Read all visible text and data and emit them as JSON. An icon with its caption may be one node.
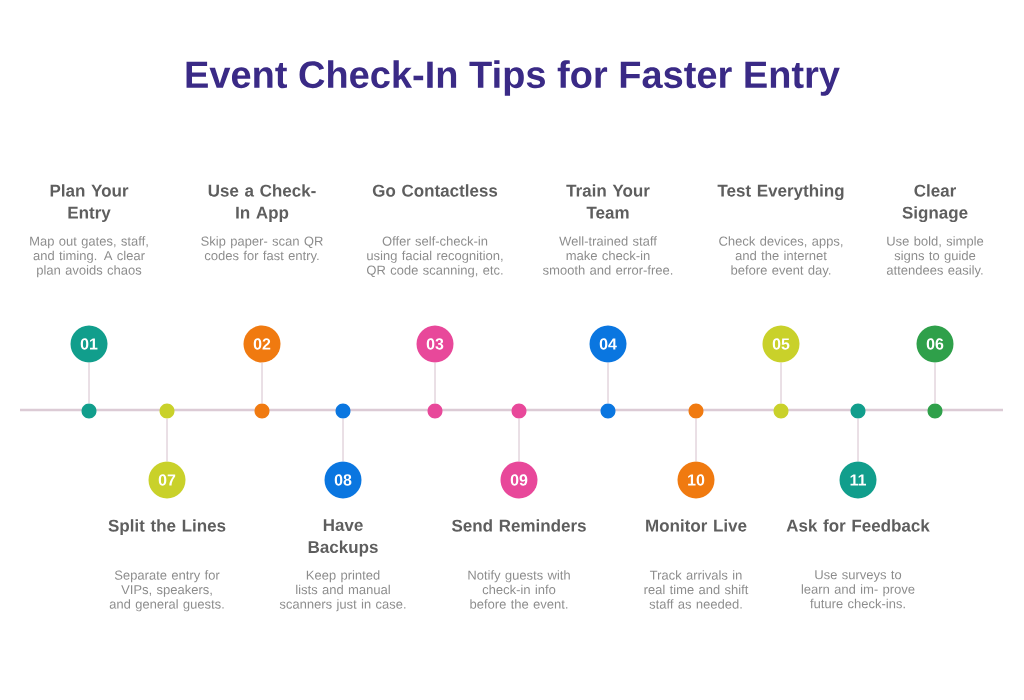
{
  "diagram": {
    "title": "Event Check-In Tips for Faster Entry",
    "nodes": [
      {
        "text": [
          "01"
        ],
        "beside": [
          "Plan Your Entry",
          "Map out gates, staff, and timing. A clear plan avoids chaos"
        ]
      },
      {
        "text": [
          "02"
        ],
        "beside": [
          "Use a Check-In App",
          "Skip paper- scan QR codes for fast entry."
        ]
      },
      {
        "text": [
          "03"
        ],
        "beside": [
          "Go Contactless",
          "Offer self-check-in using facial recognition, QR code scanning, etc."
        ]
      },
      {
        "text": [
          "04"
        ],
        "beside": [
          "Train Your Team",
          "Well-trained staff make check-in smooth and error-free."
        ]
      },
      {
        "text": [
          "05"
        ],
        "beside": [
          "Test Everything",
          "Check devices, apps, and the internet before event day."
        ]
      },
      {
        "text": [
          "06"
        ],
        "beside": [
          "Clear Signage",
          "Use bold, simple signs to guide attendees easily."
        ]
      },
      {
        "text": [
          "07"
        ],
        "beside": [
          "Split the Lines",
          "Separate entry for VIPs, speakers, and general guests."
        ]
      },
      {
        "text": [
          "08"
        ],
        "beside": [
          "Have Backups",
          "Keep printed lists and manual scanners just in case."
        ]
      },
      {
        "text": [
          "09"
        ],
        "beside": [
          "Send Reminders",
          "Notify guests with check-in info before the event."
        ]
      },
      {
        "text": [
          "10"
        ],
        "beside": [
          "Monitor Live",
          "Track arrivals in real time and shift staff as needed."
        ]
      },
      {
        "text": [
          "11"
        ],
        "beside": [
          "Ask for Feedback",
          "Use surveys to learn and im- prove future check-ins."
        ]
      },
      {
        "text": [],
        "shape": "circle"
      },
      {
        "text": [],
        "shape": "circle"
      },
      {
        "text": [],
        "shape": "circle"
      },
      {
        "text": [],
        "shape": "circle"
      },
      {
        "text": [],
        "shape": "circle"
      },
      {
        "text": [],
        "shape": "circle"
      },
      {
        "text": [],
        "shape": "circle"
      },
      {
        "text": [],
        "shape": "circle"
      },
      {
        "text": [],
        "shape": "circle"
      },
      {
        "text": [],
        "shape": "circle"
      },
      {
        "text": [],
        "shape": "circle"
      }
    ],
    "edges": [
      {
        "from": 0,
        "to": 11,
        "arrow": "none"
      },
      {
        "from": 1,
        "to": 13,
        "arrow": "none"
      },
      {
        "from": 2,
        "to": 15,
        "arrow": "none"
      },
      {
        "from": 3,
        "to": 17,
        "arrow": "none"
      },
      {
        "from": 4,
        "to": 19,
        "arrow": "none"
      },
      {
        "from": 5,
        "to": 21,
        "arrow": "none"
      },
      {
        "from": 6,
        "to": 12,
        "arrow": "none"
      },
      {
        "from": 7,
        "to": 14,
        "arrow": "none"
      },
      {
        "from": 8,
        "to": 16,
        "arrow": "none"
      },
      {
        "from": 9,
        "to": 18,
        "arrow": "none"
      },
      {
        "from": 10,
        "to": 20,
        "arrow": "none"
      }
    ]
  }
}
